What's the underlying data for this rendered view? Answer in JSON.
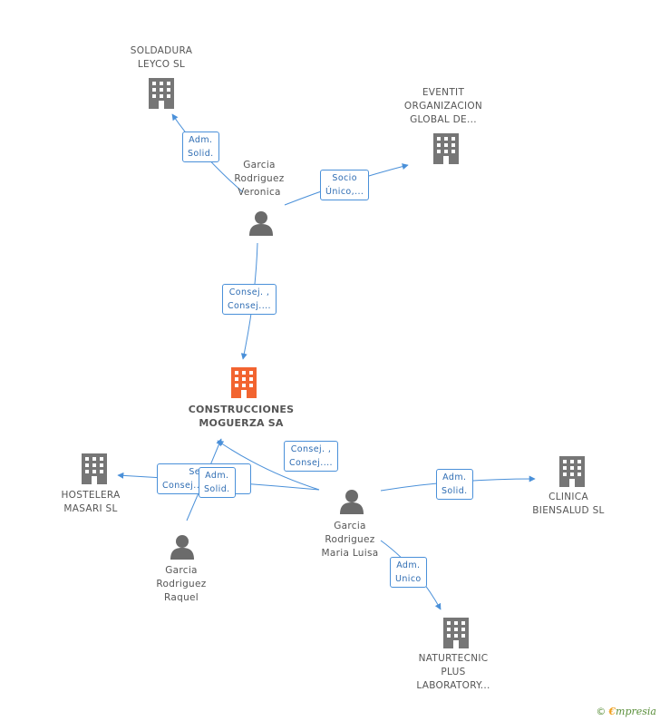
{
  "colors": {
    "edge": "#4a90d9",
    "building": "#767676",
    "main_building": "#f26430",
    "person": "#6b6b6b"
  },
  "nodes": {
    "soldadura": {
      "lines": [
        "SOLDADURA",
        "LEYCO SL"
      ],
      "icon": "building-icon"
    },
    "eventit": {
      "lines": [
        "EVENTIT",
        "ORGANIZACION",
        "GLOBAL DE..."
      ],
      "icon": "building-icon"
    },
    "veronica": {
      "lines": [
        "Garcia",
        "Rodriguez",
        "Veronica"
      ],
      "icon": "person-icon"
    },
    "construcciones": {
      "lines": [
        "CONSTRUCCIONES",
        "MOGUERZA SA"
      ],
      "icon": "building-icon"
    },
    "hostelera": {
      "lines": [
        "HOSTELERA",
        "MASARI SL"
      ],
      "icon": "building-icon"
    },
    "raquel": {
      "lines": [
        "Garcia",
        "Rodriguez",
        "Raquel"
      ],
      "icon": "person-icon"
    },
    "maria_luisa": {
      "lines": [
        "Garcia",
        "Rodriguez",
        "Maria Luisa"
      ],
      "icon": "person-icon"
    },
    "clinica": {
      "lines": [
        "CLINICA",
        "BIENSALUD SL"
      ],
      "icon": "building-icon"
    },
    "naturtecnic": {
      "lines": [
        "NATURTECNIC",
        "PLUS",
        "LABORATORY..."
      ],
      "icon": "building-icon"
    }
  },
  "edges": {
    "veronica_soldadura": [
      "Adm.",
      "Solid."
    ],
    "veronica_eventit": [
      "Socio",
      "Único,..."
    ],
    "veronica_construcciones": [
      "Consej. ,",
      "Consej...."
    ],
    "maria_construcciones": [
      "Consej. ,",
      "Consej...."
    ],
    "hostelera_back": [
      "Se",
      "Consej..."
    ],
    "raquel_hostelera": [
      "Adm.",
      "Solid."
    ],
    "maria_clinica": [
      "Adm.",
      "Solid."
    ],
    "maria_naturtecnic": [
      "Adm.",
      "Unico"
    ]
  },
  "footer": {
    "copyright": "©",
    "brand_initial": "€",
    "brand_rest": "mpresia"
  }
}
